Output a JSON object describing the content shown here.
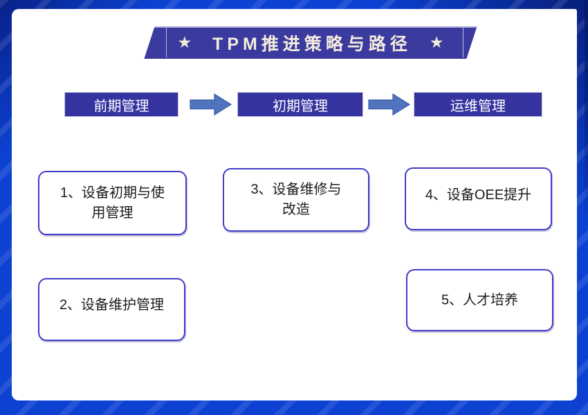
{
  "banner": {
    "text": "TPM推进策略与路径",
    "star": "★"
  },
  "flow": {
    "headers": [
      {
        "label": "前期管理"
      },
      {
        "label": "初期管理"
      },
      {
        "label": "运维管理"
      }
    ]
  },
  "boxes": {
    "b1": {
      "lines": [
        "1、设备初期与使",
        "用管理"
      ]
    },
    "b2": {
      "lines": [
        "2、设备维护管理"
      ]
    },
    "b3": {
      "lines": [
        "3、设备维修与",
        "改造"
      ]
    },
    "b4": {
      "lines": [
        "4、设备OEE提升"
      ]
    },
    "b5": {
      "lines": [
        "5、人才培养"
      ]
    }
  },
  "colors": {
    "frame_blue": "#0c41d2",
    "frame_navy": "#071e7a",
    "banner_indigo": "#3b3a9e",
    "header_indigo": "#3433a0",
    "arrow_blue": "#4f74bd",
    "box_border": "#413bc7",
    "banner_text": "#f4edde",
    "box_text": "#1b1b1b"
  }
}
